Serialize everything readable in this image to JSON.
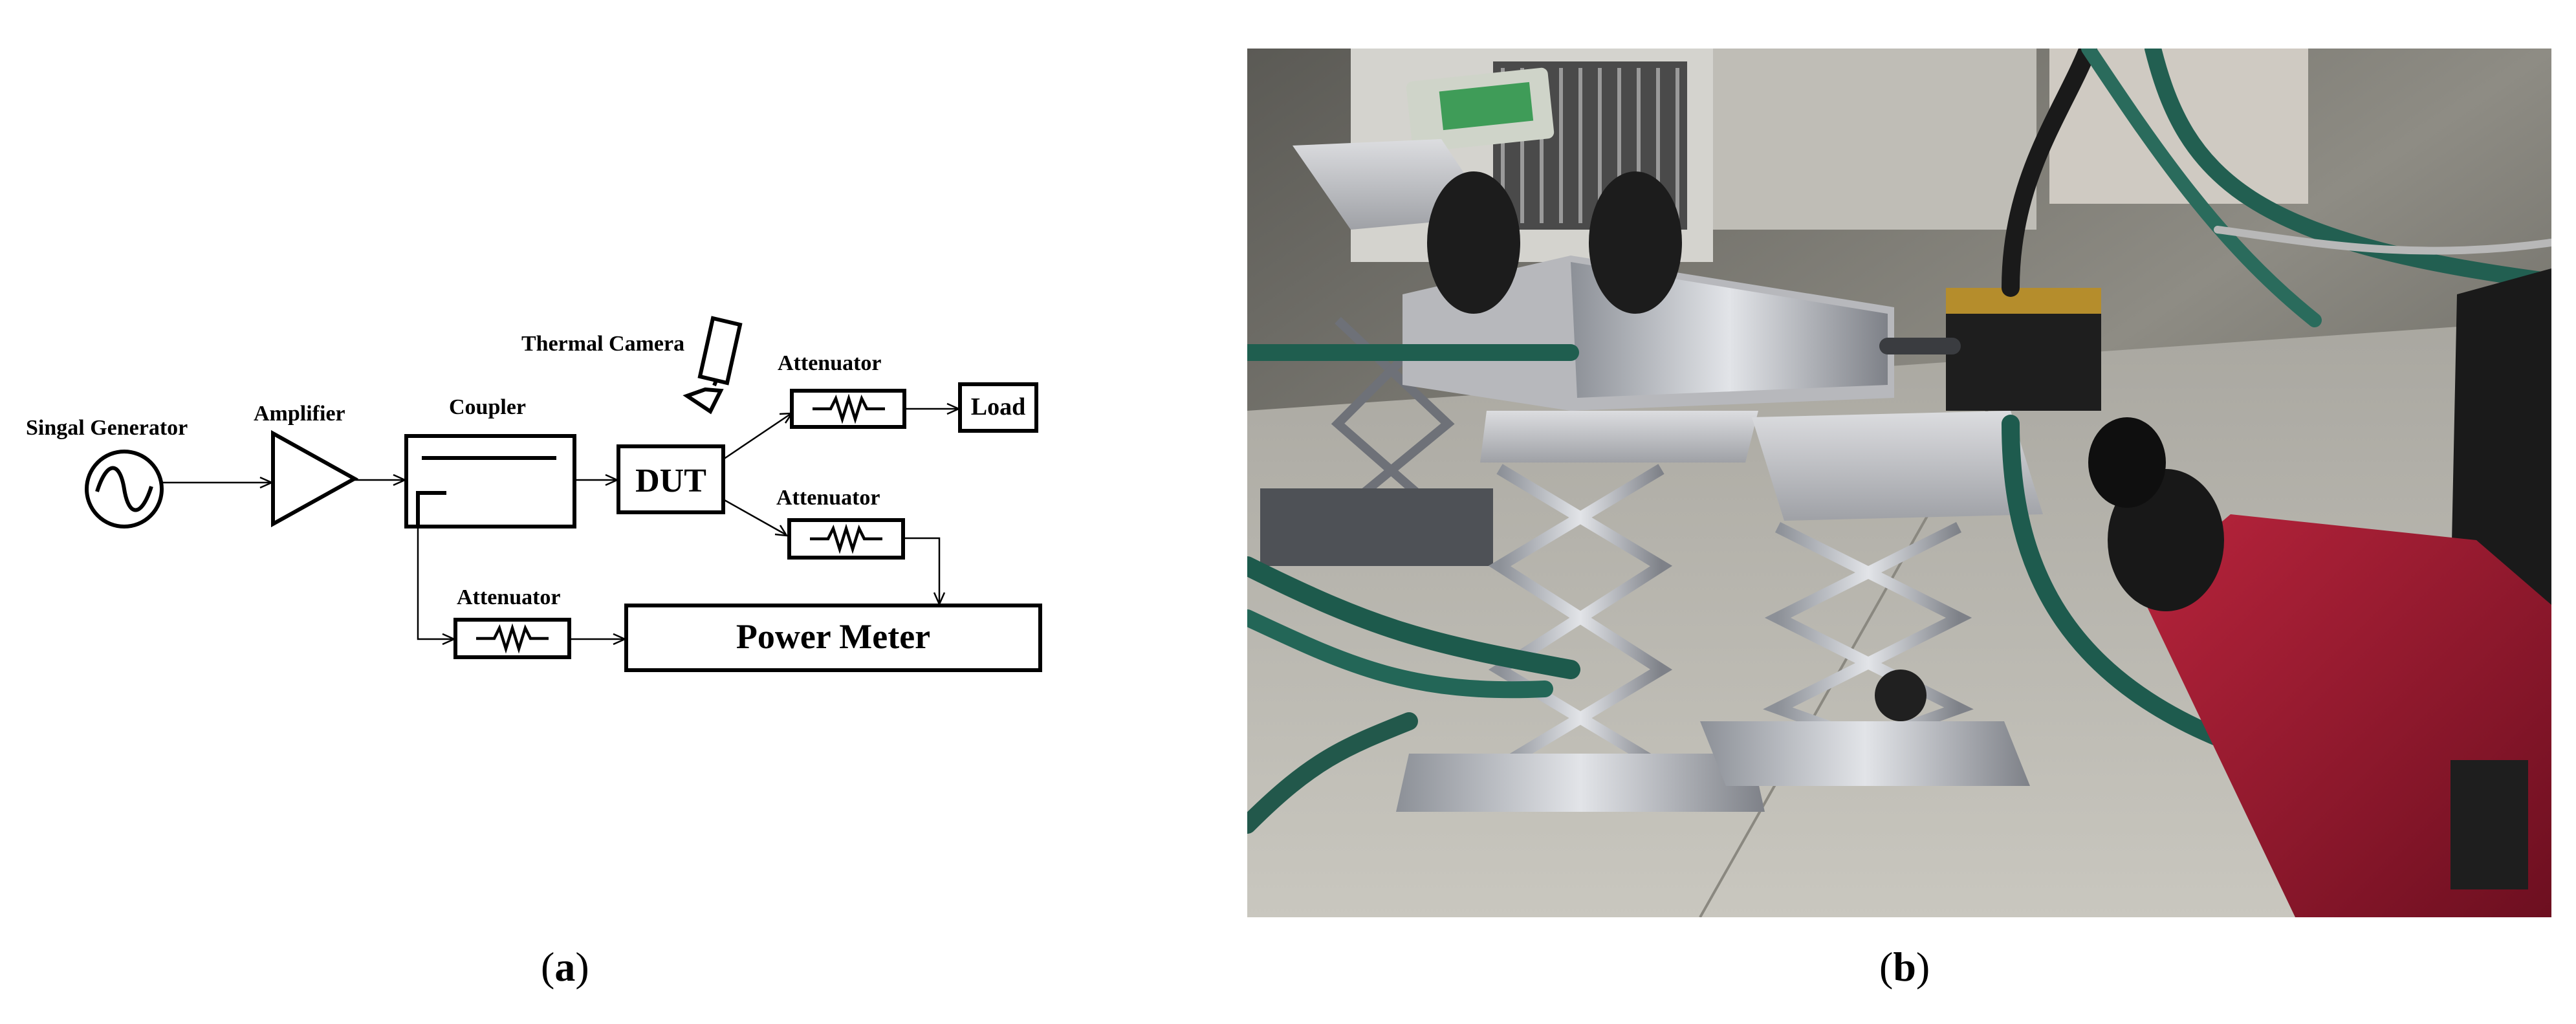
{
  "panel_a": {
    "caption_open": "(",
    "caption_letter": "a",
    "caption_close": ")",
    "labels": {
      "signal_generator": "Singal Generator",
      "amplifier": "Amplifier",
      "coupler": "Coupler",
      "thermal_camera": "Thermal Camera",
      "dut": "DUT",
      "attenuator_top": "Attenuator",
      "attenuator_mid": "Attenuator",
      "attenuator_bottom": "Attenuator",
      "load": "Load",
      "power_meter": "Power Meter"
    }
  },
  "panel_b": {
    "caption_open": "(",
    "caption_letter": "b",
    "caption_close": ")"
  }
}
